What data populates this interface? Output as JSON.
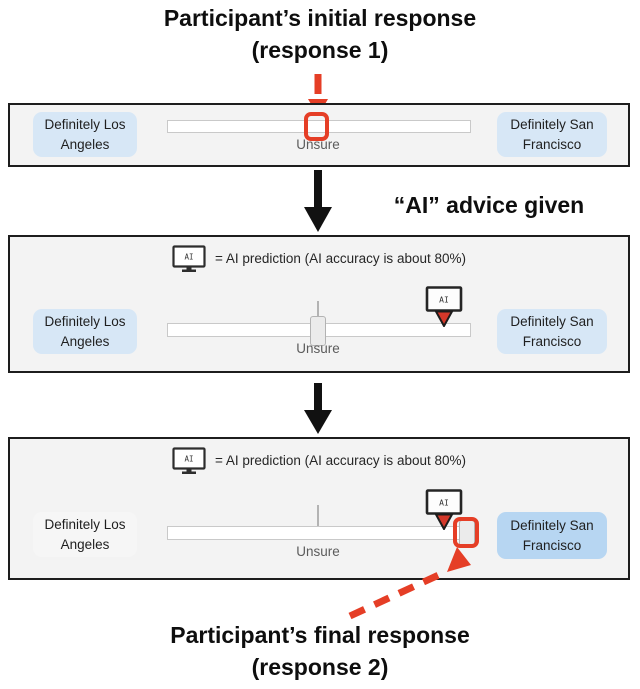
{
  "captions": {
    "top": {
      "line1": "Participant’s initial response",
      "line2": "(response 1)"
    },
    "ai_advice": "“AI” advice given",
    "bottom": {
      "line1": "Participant’s final response",
      "line2": "(response 2)"
    }
  },
  "legend": {
    "icon_label": "AI",
    "text": "= AI prediction (AI accuracy is about 80%)"
  },
  "slider": {
    "left_label": "Definitely Los Angeles",
    "right_label": "Definitely San Francisco",
    "center_label": "Unsure"
  },
  "marker": {
    "icon_label": "AI"
  },
  "colors": {
    "annotation_red": "#e53e26",
    "marker_triangle_red": "#d4382a",
    "panel_background": "#f3f3f3",
    "choice_button_blue": "#d7e7f6",
    "choice_button_selected_blue": "#b7d6f2",
    "choice_button_neutral": "#f6f6f6",
    "arrow_black": "#111111"
  }
}
